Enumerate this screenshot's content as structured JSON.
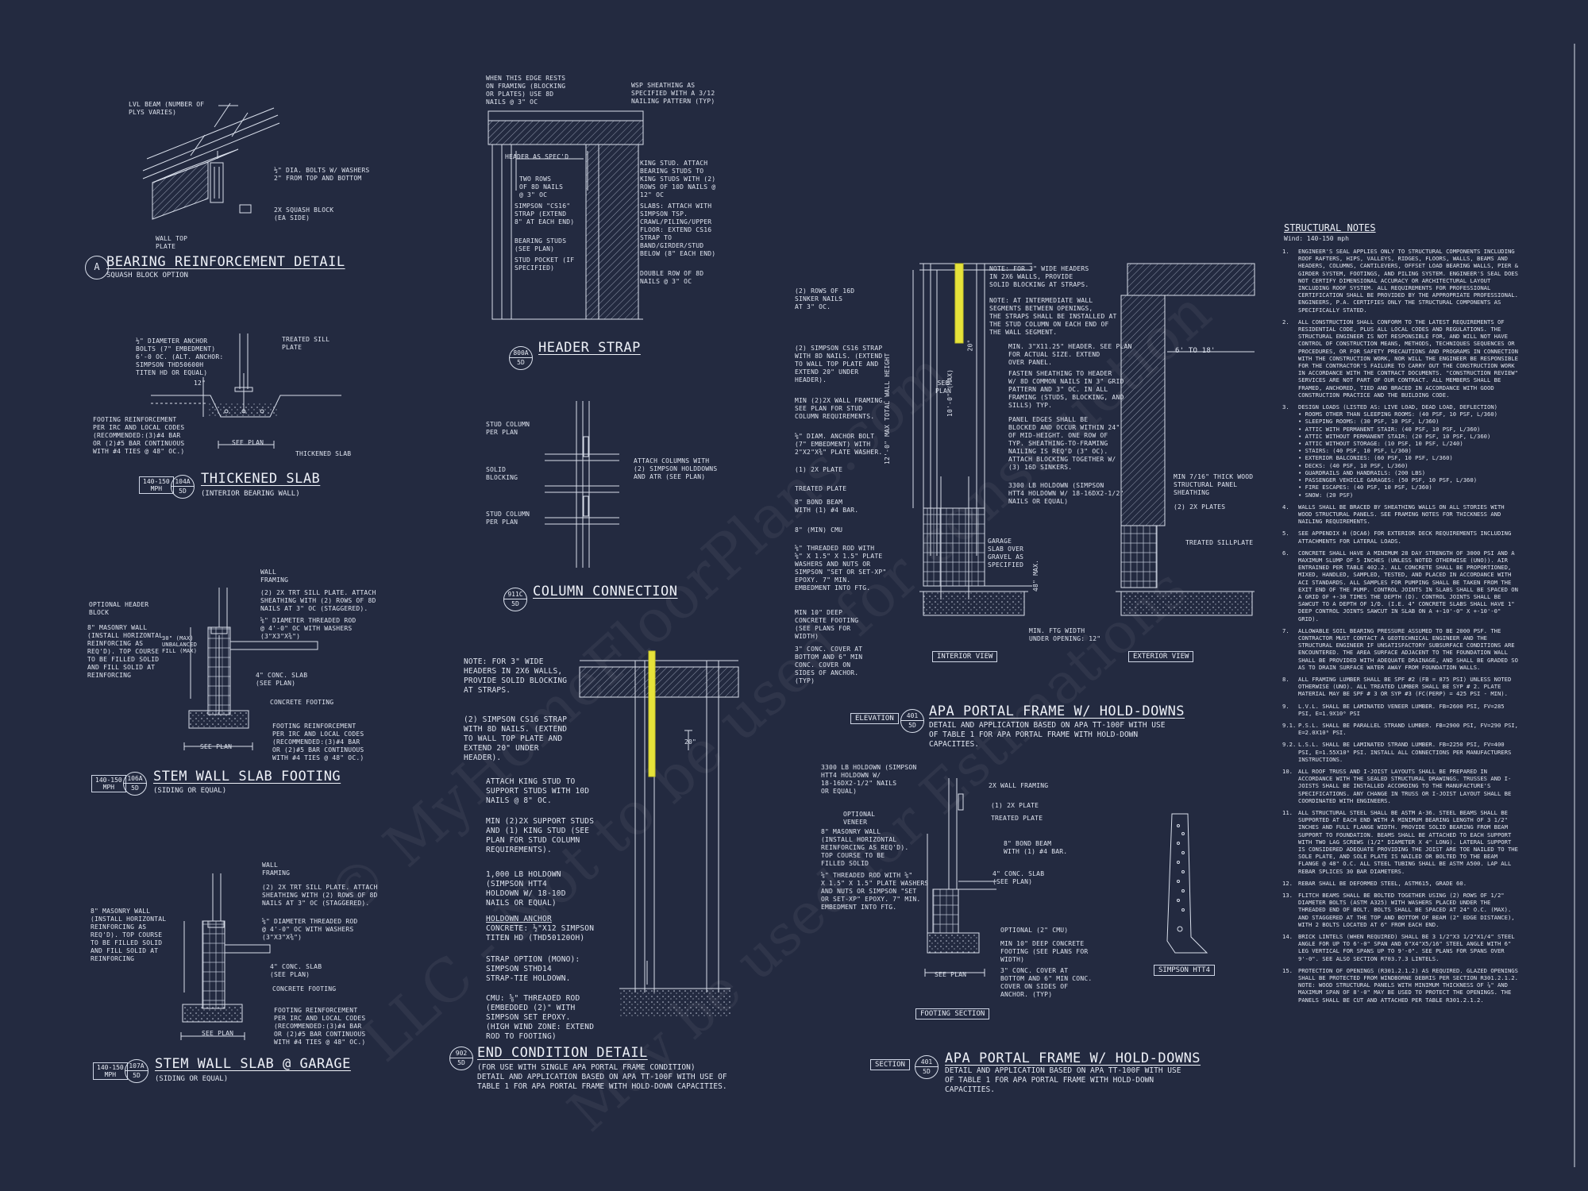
{
  "watermark": [
    "© MyHomeFloorPlans.com",
    "LLC - Not to be used for construction",
    "May be used for Estimations"
  ],
  "details": {
    "a": {
      "bubble": "A",
      "title": "BEARING REINFORCEMENT DETAIL",
      "subtitle": "SQUASH BLOCK OPTION",
      "notes": {
        "lvl": "LVL BEAM (NUMBER OF\nPLYS VARIES)",
        "bolts": "½\" DIA. BOLTS W/ WASHERS\n2\" FROM TOP AND BOTTOM",
        "squash": "2x SQUASH BLOCK\n(EA SIDE)",
        "plate": "WALL TOP\nPLATE"
      }
    },
    "thickened_slab": {
      "title": "THICKENED SLAB",
      "subtitle": "(INTERIOR BEARING WALL)",
      "mph": "140-150\nMPH",
      "bubble_top": "104A",
      "bubble_bottom": "5D",
      "notes": {
        "anchor": "½\" DIAMETER ANCHOR\nBOLTS (7\" EMBEDMENT)\n6'-0 OC. (ALT. ANCHOR:\nSIMPSON THD50600H\nTITEN HD OR EQUAL)",
        "sill": "TREATED SILL\nPLATE",
        "footing": "FOOTING REINFORCEMENT\nPER IRC AND LOCAL CODES\n(RECOMMENDED:(3)#4 BAR\nOR (2)#5 BAR CONTINUOUS\nWITH #4 TIES @ 48\" OC.)",
        "see_plan": "SEE PLAN",
        "thick": "THICKENED SLAB",
        "dim": "12\""
      }
    },
    "stem_wall": {
      "title": "STEM WALL SLAB FOOTING",
      "subtitle": "(SIDING OR EQUAL)",
      "mph": "140-150\nMPH",
      "bubble_top": "106A",
      "bubble_bottom": "5D",
      "notes": {
        "wall": "WALL\nFRAMING",
        "plates": "(2) 2X TRT SILL PLATE. ATTACH\nSHEATHING WITH (2) ROWS OF 8d\nNAILS AT 3\" OC (STAGGERED).",
        "rod": "⅝\" DIAMETER THREADED ROD\n@ 4'-0\" OC WITH WASHERS\n(3\"x3\"x⅜\")",
        "header": "OPTIONAL HEADER\nBLOCK",
        "masonry": "8\" MASONRY WALL\n(INSTALL HORIZONTAL\nREINFORCING AS\nREQ'D). TOP COURSE\nTO BE FILLED SOLID\nAND FILL SOLID AT\nREINFORCING",
        "slab": "4\" CONC. SLAB\n(SEE PLAN)",
        "footing": "CONCRETE FOOTING",
        "reinf": "FOOTING REINFORCEMENT\nPER IRC AND LOCAL CODES\n(RECOMMENDED:(3)#4 BAR\nOR (2)#5 BAR CONTINUOUS\nWITH #4 TIES @ 48\" OC.)",
        "see_plan": "SEE PLAN",
        "fill": "30\" (MAX)\nUNBALANCED\nFILL (MAX)",
        "see": "SEE\nPLAN"
      }
    },
    "garage": {
      "title": "STEM WALL SLAB @ GARAGE",
      "subtitle": "(SIDING OR EQUAL)",
      "mph": "140-150\nMPH",
      "bubble_top": "107A",
      "bubble_bottom": "5D",
      "notes": {
        "wall": "WALL\nFRAMING",
        "plates": "(2) 2X TRT SILL PLATE. ATTACH\nSHEATHING WITH (2) ROWS OF 8d\nNAILS AT 3\" OC (STAGGERED).",
        "rod": "⅝\" DIAMETER THREADED ROD\n@ 4'-0\" OC WITH WASHERS\n(3\"x3\"x⅜\")",
        "masonry": "8\" MASONRY WALL\n(INSTALL HORIZONTAL\nREINFORCING AS\nREQ'D). TOP COURSE\nTO BE FILLED SOLID\nAND FILL SOLID AT\nREINFORCING",
        "slab": "4\" CONC. SLAB\n(SEE PLAN)",
        "footing": "CONCRETE FOOTING",
        "reinf": "FOOTING REINFORCEMENT\nPER IRC AND LOCAL CODES\n(RECOMMENDED:(3)#4 BAR\nOR (2)#5 BAR CONTINUOUS\nWITH #4 TIES @ 48\" OC.)",
        "see_plan": "SEE PLAN"
      }
    },
    "header_strap": {
      "title": "HEADER STRAP",
      "bubble_top": "800A",
      "bubble_bottom": "5D",
      "notes": {
        "edge": "WHEN THIS EDGE RESTS\nON FRAMING (BLOCKING\nOR PLATES) USE 8d\nNAILS @ 3\" OC",
        "wsp": "WSP SHEATHING AS\nSPECIFIED WITH A 3/12\nNAILING PATTERN (TYP)",
        "header": "HEADER AS SPEC'D",
        "rows": "TWO ROWS\nOF 8d NAILS\n@ 3\" OC",
        "king": "KING STUD. ATTACH\nBEARING STUDS TO\nKING STUDS WITH (2)\nROWS OF 10d NAILS @\n12\" OC",
        "strap": "SIMPSON \"CS16\"\nSTRAP (EXTEND\n8\" AT EACH END)",
        "slabs": "SLABS: ATTACH WITH\nSIMPSON TSP.\nCRAWL/PILING/UPPER\nFLOOR: EXTEND CS16\nSTRAP TO\nBAND/GIRDER/STUD\nBELOW (8\" EACH END)",
        "bearing": "BEARING STUDS\n(SEE PLAN)",
        "pocket": "STUD POCKET (IF\nSPECIFIED)",
        "double": "DOUBLE ROW OF 8d\nNAILS @ 3\" OC"
      }
    },
    "column": {
      "title": "COLUMN CONNECTION",
      "bubble_top": "911C",
      "bubble_bottom": "5D",
      "notes": {
        "col1": "STUD COLUMN\nPER PLAN",
        "solid": "SOLID\nBLOCKING",
        "col2": "STUD COLUMN\nPER PLAN",
        "attach": "ATTACH COLUMNS WITH\n(2) SIMPSON HOLDDOWNS\nAND ATR (SEE PLAN)"
      }
    },
    "end_condition": {
      "title": "END CONDITION DETAIL",
      "bubble_top": "902",
      "bubble_bottom": "5D",
      "subtitle": "(FOR USE WITH SINGLE APA PORTAL FRAME CONDITION)\nDETAIL AND APPLICATION BASED ON APA TT-100F WITH USE OF\nTABLE 1 FOR APA PORTAL FRAME WITH HOLD-DOWN CAPACITIES.",
      "notes": {
        "n1": "NOTE: FOR 3\" WIDE\nHEADERS IN 2x6 WALLS,\nPROVIDE SOLID BLOCKING\nAT STRAPS.",
        "n2": "(2) SIMPSON CS16 STRAP\nWITH 8d NAILS. (EXTEND\nTO WALL TOP PLATE AND\nEXTEND 20\" UNDER\nHEADER).",
        "n3": "ATTACH KING STUD TO\nSUPPORT STUDS WITH 10d\nNAILS @ 8\" OC.",
        "n4": "MIN (2)2X SUPPORT STUDS\nAND (1) KING STUD (SEE\nPLAN FOR STUD COLUMN\nREQUIREMENTS).",
        "n5": "1,000 LB HOLDOWN\n(SIMPSON HTT4\nHOLDOWN W/ 18-10d\nNAILS OR EQUAL)",
        "n6h": "HOLDOWN ANCHOR",
        "n6": "CONCRETE: ½\"x12 SIMPSON\nTITEN HD (THD50120OH)",
        "n7": "STRAP OPTION (MONO):\nSIMPSON STHD14\nSTRAP-TIE HOLDOWN.",
        "n8": "CMU: ⅝\" THREADED ROD\n(EMBEDDED (2)\" WITH\nSIMPSON SET EPOXY.\n(HIGH WIND ZONE: EXTEND\nROD TO FOOTING)",
        "dim": "20\""
      }
    },
    "elevation": {
      "tag": "ELEVATION",
      "bubble_top": "401",
      "bubble_bottom": "5D",
      "title": "APA PORTAL FRAME W/ HOLD-DOWNS",
      "subtitle": "DETAIL AND APPLICATION BASED ON APA TT-100F WITH USE\nOF TABLE 1 FOR APA PORTAL FRAME WITH HOLD-DOWN\nCAPACITIES.",
      "interior": "INTERIOR VIEW",
      "exterior": "EXTERIOR VIEW",
      "notes": {
        "l1": "(2) ROWS OF 16d\nSINKER NAILS\nAT 3\" OC.",
        "l2": "(2) SIMPSON CS16 STRAP\nWITH 8d NAILS. (EXTEND\nTO WALL TOP PLATE AND\nEXTEND 20\" UNDER\nHEADER).",
        "l3": "MIN (2)2X WALL FRAMING.\nSEE PLAN FOR STUD\nCOLUMN REQUIREMENTS.",
        "l4": "⅝\" DIAM. ANCHOR BOLT\n(7\" EMBEDMENT) WITH\n2\"x2\"x⅜\" PLATE WASHER.",
        "l5": "(1) 2x PLATE",
        "l6": "TREATED PLATE",
        "l7": "8\" BOND BEAM\nWITH (1) #4 BAR.",
        "l8": "8\" (MIN) CMU",
        "l9": "⅝\" THREADED ROD WITH\n⅝\" x 1.5\" x 1.5\" PLATE\nWASHERS AND NUTS OR\nSIMPSON \"SET OR SET-XP\"\nEPOXY. 7\" MIN.\nEMBEDMENT INTO FTG.",
        "l10": "MIN 10\" DEEP\nCONCRETE FOOTING\n(SEE PLANS FOR\nWIDTH)",
        "l11": "3\" CONC. COVER AT\nBOTTOM AND 6\" MIN\nCONC. COVER ON\nSIDES OF ANCHOR.\n(TYP)",
        "r1": "NOTE: FOR 3\" WIDE HEADERS\nIN 2x6 WALLS, PROVIDE\nSOLID BLOCKING AT STRAPS.",
        "r2": "NOTE: AT INTERMEDIATE WALL\nSEGMENTS BETWEEN OPENINGS,\nTHE STRAPS SHALL BE INSTALLED AT\nTHE STUD COLUMN ON EACH END OF\nTHE WALL SEGMENT.",
        "r3": "MIN. 3\"x11.25\" HEADER. SEE PLAN\nFOR ACTUAL SIZE. EXTEND\nOVER PANEL.",
        "r4": "FASTEN SHEATHING TO HEADER\nW/ 8d COMMON NAILS IN 3\" GRID\nPATTERN AND 3\" OC. IN ALL\nFRAMING (STUDS, BLOCKING, AND\nSILLS) TYP.",
        "r5": "PANEL EDGES SHALL BE\nBLOCKED AND OCCUR WITHIN 24\"\nOF MID-HEIGHT. ONE ROW OF\nTYP. SHEATHING-TO-FRAMING\nNAILING IS REQ'D (3\" OC).\nATTACH BLOCKING TOGETHER W/\n(3) 16d SINKERS.",
        "r6": "3300 LB HOLDOWN (SIMPSON\nHTT4 HOLDOWN W/ 18-16dx2-1/2\"\nNAILS OR EQUAL)",
        "r7": "GARAGE\nSLAB OVER\nGRAVEL AS\nSPECIFIED",
        "r8": "MIN. FTG WIDTH\nUNDER OPENING: 12\"",
        "e1": "6' TO 18'",
        "e2": "MIN 7/16\" THICK WOOD\nSTRUCTURAL PANEL\nSHEATHING",
        "e3": "(2) 2x PLATES",
        "e4": "TREATED SILLPLATE",
        "dim1": "20\"",
        "dim2": "10'-0\" (MAX)",
        "dim3": "12'-0\" MAX TOTAL WALL HEIGHT",
        "dim4": "48\" MAX.",
        "see": "SEE\nPLAN"
      }
    },
    "section": {
      "tag": "SECTION",
      "bubble_top": "401",
      "bubble_bottom": "5D",
      "title": "APA PORTAL FRAME W/ HOLD-DOWNS",
      "subtitle": "DETAIL AND APPLICATION BASED ON APA TT-100F WITH USE\nOF TABLE 1 FOR APA PORTAL FRAME WITH HOLD-DOWN\nCAPACITIES.",
      "footing_section": "FOOTING SECTION",
      "simpson": "SIMPSON HTT4",
      "notes": {
        "s1": "3300 LB HOLDOWN (SIMPSON\nHTT4 HOLDOWN W/\n18-16dx2-1/2\" NAILS\nOR EQUAL)",
        "s2": "OPTIONAL\nVENEER",
        "s3": "8\" MASONRY WALL\n(INSTALL HORIZONTAL\nREINFORCING AS REQ'D).\nTOP COURSE TO BE\nFILLED SOLID",
        "s4": "⅝\" THREADED ROD WITH ⅝\"\nx 1.5\" x 1.5\" PLATE WASHERS\nAND NUTS OR SIMPSON \"SET\nOR SET-XP\" EPOXY. 7\" MIN.\nEMBEDMENT INTO FTG.",
        "s5": "2x WALL FRAMING",
        "s6": "(1) 2x PLATE",
        "s7": "TREATED PLATE",
        "s8": "8\" BOND BEAM\nWITH (1) #4 BAR.",
        "s9": "4\" CONC. SLAB\n(SEE PLAN)",
        "s10": "OPTIONAL (2\" CMU)",
        "s11": "MIN 10\" DEEP CONCRETE\nFOOTING (SEE PLANS FOR\nWIDTH)",
        "s12": "3\" CONC. COVER AT\nBOTTOM AND 6\" MIN CONC.\nCOVER ON SIDES OF\nANCHOR. (TYP)",
        "see_plan": "SEE PLAN"
      }
    }
  },
  "structural_notes": {
    "title": "STRUCTURAL NOTES",
    "wind": "Wind: 140-150 mph",
    "items": [
      {
        "n": "1.",
        "text": "ENGINEER'S SEAL APPLIES ONLY TO STRUCTURAL COMPONENTS INCLUDING ROOF RAFTERS, HIPS, VALLEYS, RIDGES, FLOORS, WALLS, BEAMS AND HEADERS, COLUMNS, CANTILEVERS, OFFSET LOAD BEARING WALLS, PIER & GIRDER SYSTEM, FOOTINGS, AND PILING SYSTEM. ENGINEER'S SEAL DOES NOT CERTIFY DIMENSIONAL ACCURACY OR ARCHITECTURAL LAYOUT INCLUDING ROOF SYSTEM. ALL REQUIREMENTS FOR PROFESSIONAL CERTIFICATION SHALL BE PROVIDED BY THE APPROPRIATE PROFESSIONAL. ENGINEERS, P.A. CERTIFIES ONLY THE STRUCTURAL COMPONENTS AS SPECIFICALLY STATED."
      },
      {
        "n": "2.",
        "text": "ALL CONSTRUCTION SHALL CONFORM TO THE LATEST REQUIREMENTS OF RESIDENTIAL CODE, PLUS ALL LOCAL CODES AND REGULATIONS. THE STRUCTURAL ENGINEER IS NOT RESPONSIBLE FOR, AND WILL NOT HAVE CONTROL OF CONSTRUCTION MEANS, METHODS, TECHNIQUES SEQUENCES OR PROCEDURES, OR FOR SAFETY PRECAUTIONS AND PROGRAMS IN CONNECTION WITH THE CONSTRUCTION WORK, NOR WILL THE ENGINEER BE RESPONSIBLE FOR THE CONTRACTOR'S FAILURE TO CARRY OUT THE CONSTRUCTION WORK IN ACCORDANCE WITH THE CONTRACT DOCUMENTS. \"CONSTRUCTION REVIEW\" SERVICES ARE NOT PART OF OUR CONTRACT. ALL MEMBERS SHALL BE FRAMED, ANCHORED, TIED AND BRACED IN ACCORDANCE WITH GOOD CONSTRUCTION PRACTICE AND THE BUILDING CODE."
      },
      {
        "n": "3.",
        "text": "DESIGN LOADS (LISTED AS: LIVE LOAD, DEAD LOAD, DEFLECTION)\n• ROOMS OTHER THAN SLEEPING ROOMS: (40 PSF, 10 PSF, L/360)\n• SLEEPING ROOMS: (30 PSF, 10 PSF, L/360)\n• ATTIC WITH PERMANENT STAIR: (40 PSF, 10 PSF, L/360)\n• ATTIC WITHOUT PERMANENT STAIR: (20 PSF, 10 PSF, L/360)\n• ATTIC WITHOUT STORAGE: (10 PSF, 10 PSF, L/240)\n• STAIRS: (40 PSF, 10 PSF, L/360)\n• EXTERIOR BALCONIES: (60 PSF, 10 PSF, L/360)\n• DECKS: (40 PSF, 10 PSF, L/360)\n• GUARDRAILS AND HANDRAILS: (200 LBS)\n• PASSENGER VEHICLE GARAGES: (50 PSF, 10 PSF, L/360)\n• FIRE ESCAPES: (40 PSF, 10 PSF, L/360)\n• SNOW: (20 PSF)"
      },
      {
        "n": "4.",
        "text": "WALLS SHALL BE BRACED BY SHEATHING WALLS ON ALL STORIES WITH WOOD STRUCTURAL PANELS. SEE FRAMING NOTES FOR THICKNESS AND NAILING REQUIREMENTS."
      },
      {
        "n": "5.",
        "text": "SEE APPENDIX H (DCA6) FOR EXTERIOR DECK REQUIREMENTS INCLUDING ATTACHMENTS FOR LATERAL LOADS."
      },
      {
        "n": "6.",
        "text": "CONCRETE SHALL HAVE A MINIMUM 28 DAY STRENGTH OF 3000 PSI AND A MAXIMUM SLUMP OF 5 INCHES (UNLESS NOTED OTHERWISE (UNO)). AIR ENTRAINED PER TABLE 402.2. ALL CONCRETE SHALL BE PROPORTIONED, MIXED, HANDLED, SAMPLED, TESTED, AND PLACED IN ACCORDANCE WITH ACI STANDARDS. ALL SAMPLES FOR PUMPING SHALL BE TAKEN FROM THE EXIT END OF THE PUMP. CONTROL JOINTS IN SLABS SHALL BE SPACED ON A GRID OF +-30 TIMES THE DEPTH (D). CONTROL JOINTS SHALL BE SAWCUT TO A DEPTH OF 1/D. (I.E. 4\" CONCRETE SLABS SHALL HAVE 1\" DEEP CONTROL JOINTS SAWCUT IN SLAB ON A +-10'-0\" x +-10'-0\" GRID)."
      },
      {
        "n": "7.",
        "text": "ALLOWABLE SOIL BEARING PRESSURE ASSUMED TO BE 2000 PSF. THE CONTRACTOR MUST CONTACT A GEOTECHNICAL ENGINEER AND THE STRUCTURAL ENGINEER IF UNSATISFACTORY SUBSURFACE CONDITIONS ARE ENCOUNTERED. THE AREA SURFACE ADJACENT TO THE FOUNDATION WALL SHALL BE PROVIDED WITH ADEQUATE DRAINAGE, AND SHALL BE GRADED SO AS TO DRAIN SURFACE WATER AWAY FROM FOUNDATION WALLS."
      },
      {
        "n": "8.",
        "text": "ALL FRAMING LUMBER SHALL BE SPF #2 (Fb = 875 PSI) UNLESS NOTED OTHERWISE (UNO). ALL TREATED LUMBER SHALL BE SYP # 2. PLATE MATERIAL MAY BE SPF # 3 OR SYP #3 (Fc(perp) = 425 PSI - MIN)."
      },
      {
        "n": "9.",
        "text": "L.V.L. SHALL BE LAMINATED VENEER LUMBER. Fb=2600 PSI, Fv=285 PSI, E=1.9x10⁶ PSI"
      },
      {
        "n": "9.1.",
        "text": "P.S.L. SHALL BE PARALLEL STRAND LUMBER. Fb=2900 PSI, Fv=290 PSI, E=2.0x10⁶ PSI."
      },
      {
        "n": "9.2.",
        "text": "L.S.L. SHALL BE LAMINATED STRAND LUMBER. Fb=2250 PSI, Fv=400 PSI, E=1.55x10⁶ PSI. INSTALL ALL CONNECTIONS PER MANUFACTURERS INSTRUCTIONS."
      },
      {
        "n": "10.",
        "text": "ALL ROOF TRUSS AND I-JOIST LAYOUTS SHALL BE PREPARED IN ACCORDANCE WITH THE SEALED STRUCTURAL DRAWINGS. TRUSSES AND I-JOISTS SHALL BE INSTALLED ACCORDING TO THE MANUFACTURE'S SPECIFICATIONS. ANY CHANGE IN TRUSS OR I-JOIST LAYOUT SHALL BE COORDINATED WITH ENGINEERS."
      },
      {
        "n": "11.",
        "text": "ALL STRUCTURAL STEEL SHALL BE ASTM A-36. STEEL BEAMS SHALL BE SUPPORTED AT EACH END WITH A MINIMUM BEARING LENGTH OF 3 1/2\" INCHES AND FULL FLANGE WIDTH. PROVIDE SOLID BEARING FROM BEAM SUPPORT TO FOUNDATION. BEAMS SHALL BE ATTACHED TO EACH SUPPORT WITH TWO LAG SCREWS (1/2\" DIAMETER x 4\" LONG). LATERAL SUPPORT IS CONSIDERED ADEQUATE PROVIDING THE JOIST ARE TOE NAILED TO THE SOLE PLATE, AND SOLE PLATE IS NAILED OR BOLTED TO THE BEAM FLANGE @ 48\" O.C. ALL STEEL TUBING SHALL BE ASTM A500. LAP ALL REBAR SPLICES 30 BAR DIAMETERS."
      },
      {
        "n": "12.",
        "text": "REBAR SHALL BE DEFORMED STEEL, ASTM615, GRADE 60."
      },
      {
        "n": "13.",
        "text": "FLITCH BEAMS SHALL BE BOLTED TOGETHER USING (2) ROWS OF 1/2\" DIAMETER BOLTS (ASTM A325) WITH WASHERS PLACED UNDER THE THREADED END OF BOLT. BOLTS SHALL BE SPACED AT 24\" O.C. (MAX). AND STAGGERED AT THE TOP AND BOTTOM OF BEAM (2\" EDGE DISTANCE), WITH 2 BOLTS LOCATED AT 6\" FROM EACH END."
      },
      {
        "n": "14.",
        "text": "BRICK LINTELS (WHEN REQUIRED) SHALL BE 3 1/2\"x3 1/2\"x1/4\" STEEL ANGLE FOR UP TO 6'-0\" SPAN AND 6\"x4\"x5/16\" STEEL ANGLE WITH 6\" LEG VERTICAL FOR SPANS UP TO 9'-0\". SEE PLANS FOR SPANS OVER 9'-0\". SEE ALSO SECTION R703.7.3 LINTELS."
      },
      {
        "n": "15.",
        "text": "PROTECTION OF OPENINGS (R301.2.1.2) AS REQUIRED. GLAZED OPENINGS SHALL BE PROTECTED FROM WINDBORNE DEBRIS PER SECTION R301.2.1.2. NOTE: WOOD STRUCTURAL PANELS WITH MINIMUM THICKNESS OF ⅞\" AND MAXIMUM SPAN OF 8'-0\" MAY BE USED TO PROTECT THE OPENINGS. THE PANELS SHALL BE CUT AND ATTACHED PER TABLE R301.2.1.2."
      }
    ]
  }
}
